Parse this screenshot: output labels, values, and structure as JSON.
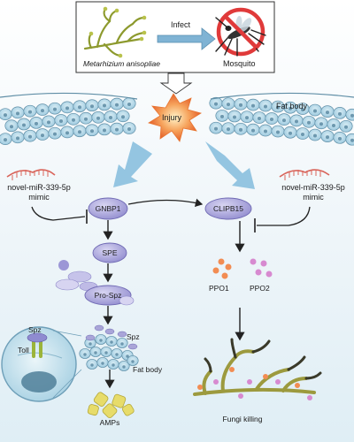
{
  "top_box": {
    "fungus_label": "Metarhizium anisopliae",
    "arrow_label": "Infect",
    "mosquito_label": "Mosquito"
  },
  "tissue": {
    "fat_body_label": "Fat body",
    "injury_label": "Injury"
  },
  "left_pathway": {
    "mimic_label_line1": "novel-miR-339-5p",
    "mimic_label_line2": "mimic",
    "gnbp1": "GNBP1",
    "spe": "SPE",
    "pro_spz": "Pro-Spz",
    "spz_inner": "Spz",
    "spz_outer": "Spz",
    "toll": "Toll",
    "fat_body_label": "Fat body",
    "amps": "AMPs"
  },
  "right_pathway": {
    "mimic_label_line1": "novel-miR-339-5p",
    "mimic_label_line2": "mimic",
    "clipb15": "CLIPB15",
    "ppo1": "PPO1",
    "ppo2": "PPO2",
    "outcome": "Fungi killing"
  },
  "colors": {
    "cell_fill": "#b9dbe8",
    "cell_stroke": "#5f8ea6",
    "nucleus": "#4f7f99",
    "node_fill": "#a9a5d8",
    "node_stroke": "#6f69b3",
    "arrow_big": "#8ec2df",
    "injury": "#f08a3c",
    "mimic": "#d9645a",
    "ppo_orange": "#f28c52",
    "ppo_pink": "#d78ad0",
    "amp": "#e7dc6a",
    "hyphae_green": "#9c9a3e"
  }
}
